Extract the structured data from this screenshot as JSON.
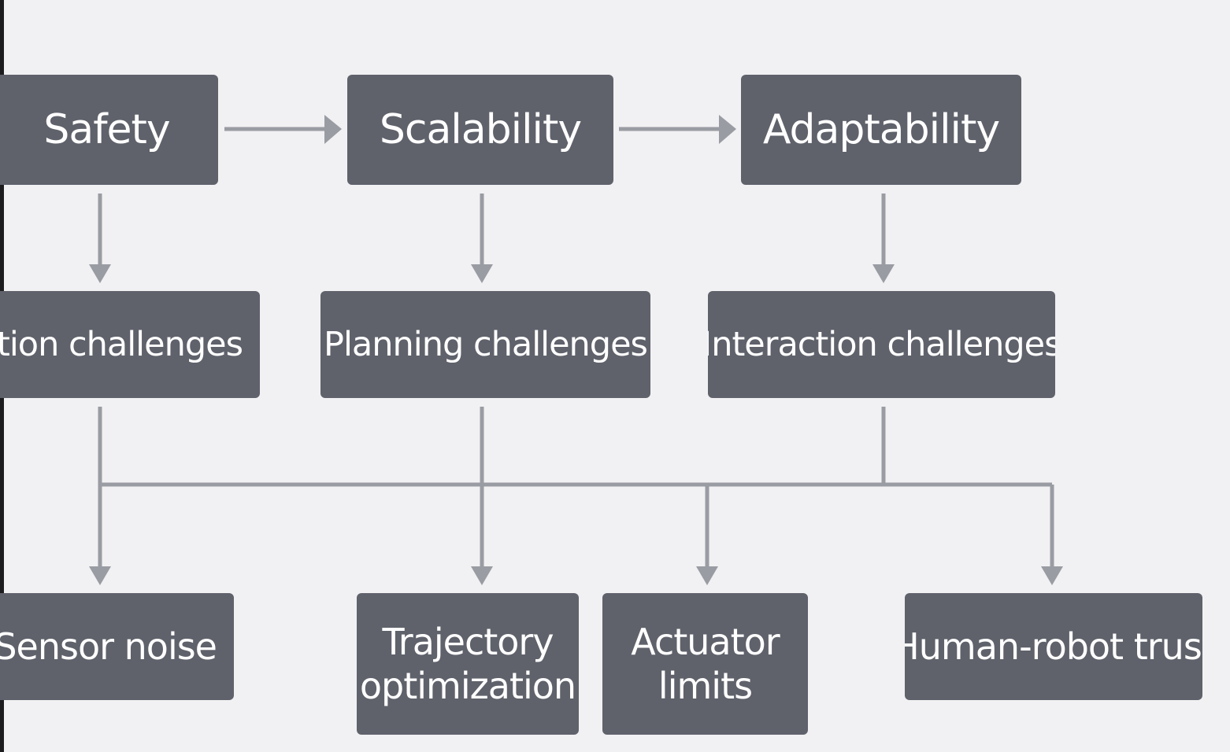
{
  "diagram": {
    "top_nodes": [
      {
        "id": "safety",
        "label": "Safety"
      },
      {
        "id": "scalability",
        "label": "Scalability"
      },
      {
        "id": "adaptability",
        "label": "Adaptability"
      }
    ],
    "middle_nodes": [
      {
        "id": "perception",
        "label": "eption challenges"
      },
      {
        "id": "planning",
        "label": "Planning challenges"
      },
      {
        "id": "interaction",
        "label": "Interaction challenges"
      }
    ],
    "bottom_nodes": [
      {
        "id": "sensor",
        "line1": "Sensor noise",
        "line2": ""
      },
      {
        "id": "trajectory",
        "line1": "Trajectory",
        "line2": "optimization"
      },
      {
        "id": "actuator",
        "line1": "Actuator",
        "line2": "limits"
      },
      {
        "id": "trust",
        "line1": "Human-robot trust",
        "line2": ""
      }
    ],
    "colors": {
      "background": "#f1f1f3",
      "node_fill": "#5f626b",
      "node_text": "#ffffff",
      "connector": "#9a9ca3"
    }
  }
}
